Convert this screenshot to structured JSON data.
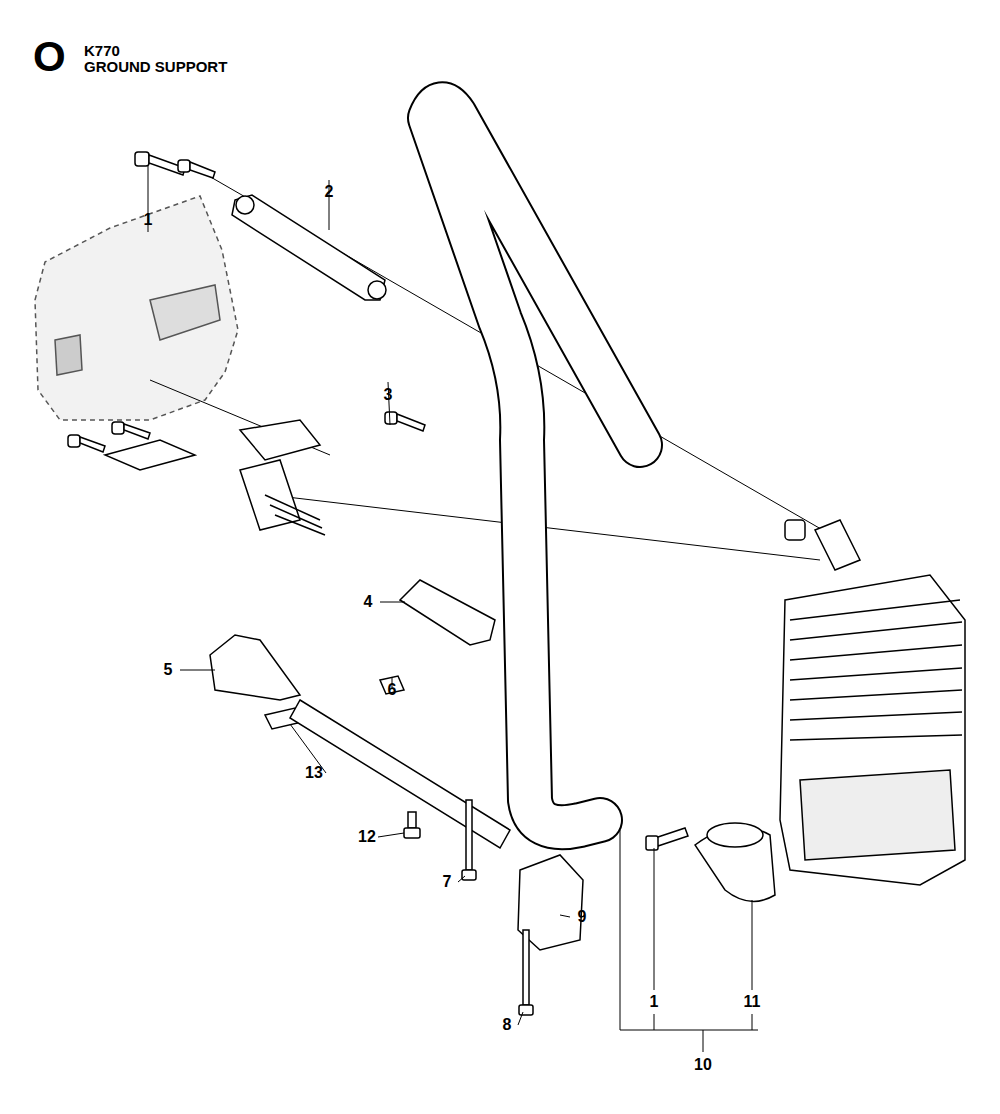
{
  "diagram": {
    "title": "GROUND SUPPORT",
    "labels": [
      "O",
      "K770",
      "1",
      "2",
      "3",
      "4",
      "5",
      "6",
      "13",
      "12",
      "7",
      "8",
      "9",
      "1",
      "11",
      "10"
    ]
  }
}
